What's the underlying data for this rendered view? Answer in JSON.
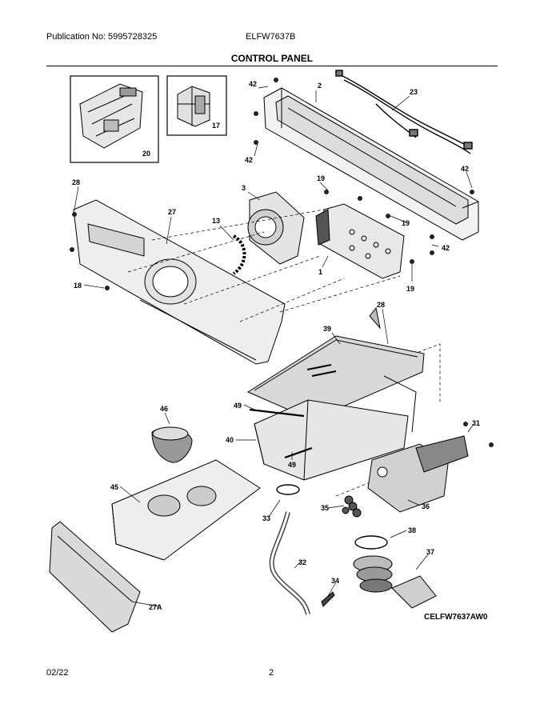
{
  "header": {
    "publication": "Publication No: 5995728325",
    "model": "ELFW7637B",
    "section_title": "CONTROL PANEL"
  },
  "footer": {
    "date": "02/22",
    "page_number": "2"
  },
  "diagram": {
    "drawing_code": "CELFW7637AW0",
    "callouts": {
      "c1": "1",
      "c2": "2",
      "c3": "3",
      "c13": "13",
      "c17": "17",
      "c18": "18",
      "c19a": "19",
      "c19b": "19",
      "c19c": "19",
      "c20": "20",
      "c23": "23",
      "c27": "27",
      "c27a": "27A",
      "c28a": "28",
      "c28b": "28",
      "c31": "31",
      "c32": "32",
      "c33": "33",
      "c34": "34",
      "c35": "35",
      "c36": "36",
      "c37": "37",
      "c38": "38",
      "c39": "39",
      "c40": "40",
      "c42a": "42",
      "c42b": "42",
      "c42c": "42",
      "c42d": "42",
      "c45": "45",
      "c46": "46",
      "c49a": "49",
      "c49b": "49"
    }
  }
}
